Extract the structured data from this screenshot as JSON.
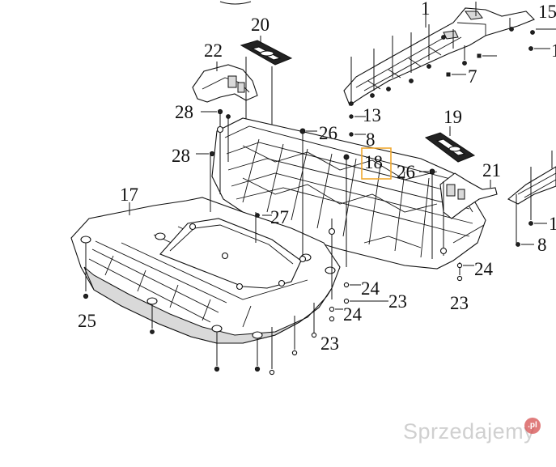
{
  "callouts": [
    {
      "id": "c1",
      "text": "1"
    },
    {
      "id": "c15",
      "text": "15"
    },
    {
      "id": "c1b",
      "text": "1"
    },
    {
      "id": "c7",
      "text": "7"
    },
    {
      "id": "c13",
      "text": "13"
    },
    {
      "id": "c8",
      "text": "8"
    },
    {
      "id": "c20",
      "text": "20"
    },
    {
      "id": "c22",
      "text": "22"
    },
    {
      "id": "c28a",
      "text": "28"
    },
    {
      "id": "c28b",
      "text": "28"
    },
    {
      "id": "c26a",
      "text": "26"
    },
    {
      "id": "c18",
      "text": "18"
    },
    {
      "id": "c19",
      "text": "19"
    },
    {
      "id": "c26b",
      "text": "26"
    },
    {
      "id": "c21",
      "text": "21"
    },
    {
      "id": "c1c",
      "text": "1"
    },
    {
      "id": "c8b",
      "text": "8"
    },
    {
      "id": "c17",
      "text": "17"
    },
    {
      "id": "c27",
      "text": "27"
    },
    {
      "id": "c24a",
      "text": "24"
    },
    {
      "id": "c23a",
      "text": "23"
    },
    {
      "id": "c24b",
      "text": "24"
    },
    {
      "id": "c23b",
      "text": "23"
    },
    {
      "id": "c24c",
      "text": "24"
    },
    {
      "id": "c23c",
      "text": "23"
    },
    {
      "id": "c25",
      "text": "25"
    }
  ],
  "highlight": {
    "callout": "18",
    "color": "#f0a830"
  },
  "watermark": {
    "text": "Sprzedajemy",
    "badge": ".pl"
  }
}
